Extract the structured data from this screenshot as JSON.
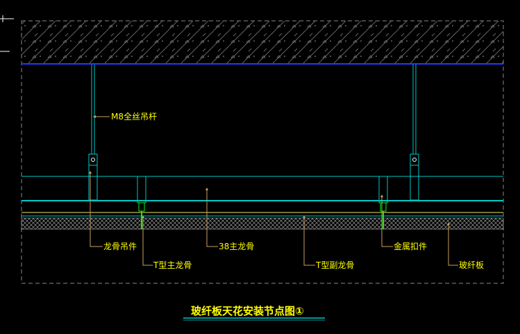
{
  "title": "玻纤板天花安装节点图①",
  "labels": {
    "rod": "M8全丝吊杆",
    "hanger": "龙骨吊件",
    "t_main": "T型主龙骨",
    "main38": "38主龙骨",
    "t_sub": "T型副龙骨",
    "clip": "金属扣件",
    "board": "玻纤板"
  },
  "colors": {
    "background": "#000000",
    "label": "#ffff00",
    "line": "#00c8c8",
    "blue": "#1e3cff",
    "leader": "#c8a060",
    "green": "#00ff00"
  }
}
